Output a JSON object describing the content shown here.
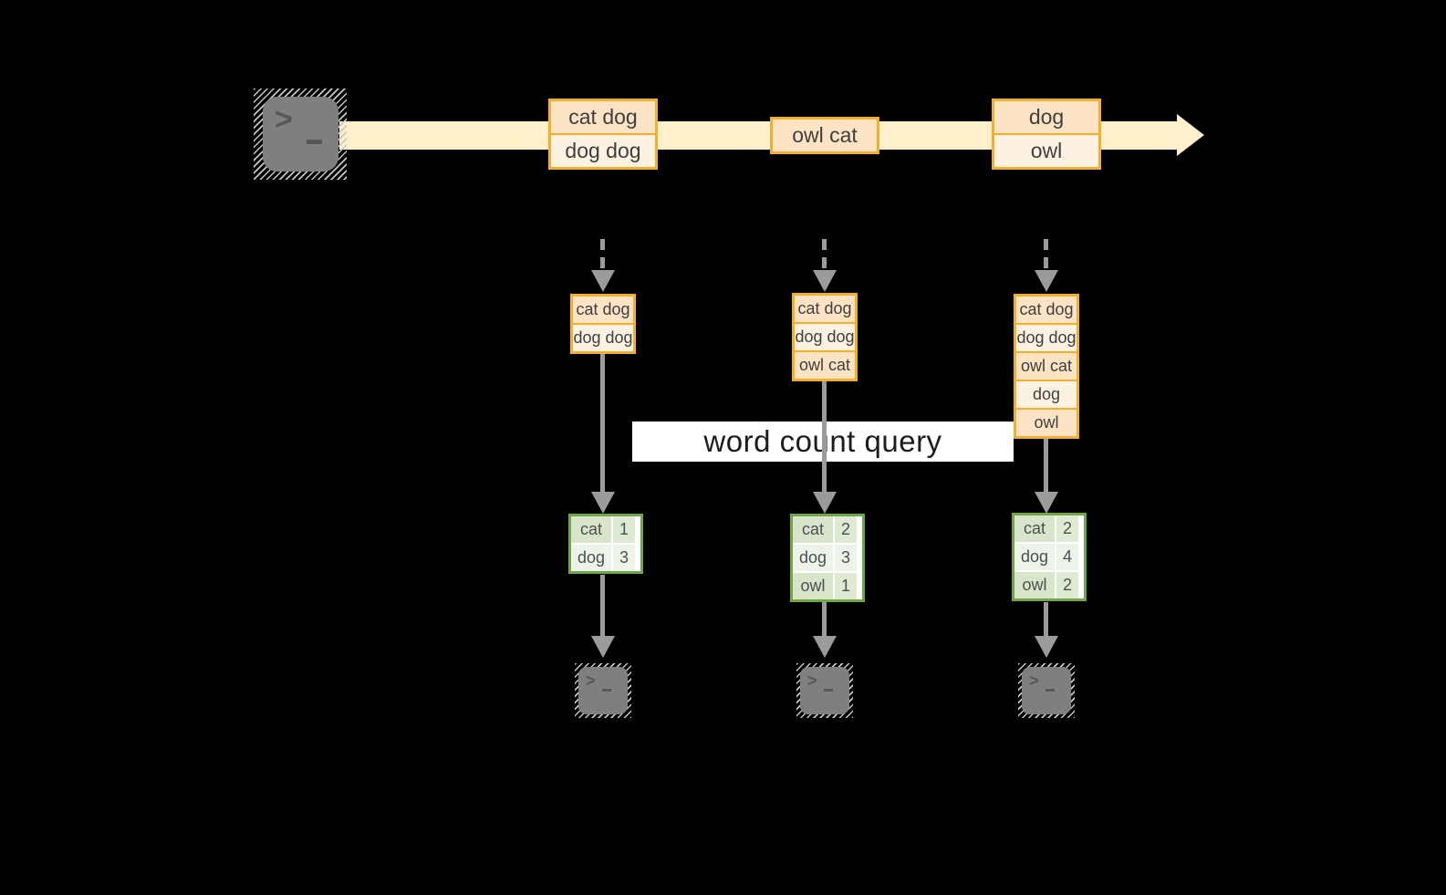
{
  "label": {
    "text": "word count query"
  },
  "stream": {
    "source_icon": "terminal-icon",
    "events": [
      {
        "rows": [
          "cat dog",
          "dog dog"
        ]
      },
      {
        "rows": [
          "owl cat"
        ]
      },
      {
        "rows": [
          "dog",
          "owl"
        ]
      }
    ]
  },
  "columns": [
    {
      "buffer": [
        "cat dog",
        "dog dog"
      ],
      "counts": [
        {
          "word": "cat",
          "count": "1"
        },
        {
          "word": "dog",
          "count": "3"
        }
      ],
      "sink_icon": "terminal-icon"
    },
    {
      "buffer": [
        "cat dog",
        "dog dog",
        "owl cat"
      ],
      "counts": [
        {
          "word": "cat",
          "count": "2"
        },
        {
          "word": "dog",
          "count": "3"
        },
        {
          "word": "owl",
          "count": "1"
        }
      ],
      "sink_icon": "terminal-icon"
    },
    {
      "buffer": [
        "cat dog",
        "dog dog",
        "owl cat",
        "dog",
        "owl"
      ],
      "counts": [
        {
          "word": "cat",
          "count": "2"
        },
        {
          "word": "dog",
          "count": "4"
        },
        {
          "word": "owl",
          "count": "2"
        }
      ],
      "sink_icon": "terminal-icon"
    }
  ],
  "colors": {
    "background": "#000000",
    "stream_band": "#FDF0CB",
    "orange_border": "#F1AF2B",
    "cell_peach": "#FCE3C4",
    "cell_cream": "#FDF2E1",
    "green_border": "#6FA843",
    "green_row_dark": "#D9E5CB",
    "green_row_light": "#EEF3E9",
    "arrow_gray": "#9B9B9B",
    "terminal_gray": "#7F7F7F",
    "label_bg": "#FFFFFF"
  }
}
